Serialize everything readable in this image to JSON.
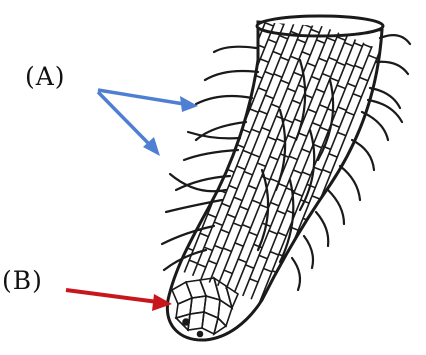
{
  "labels": {
    "a": "(A)",
    "b": "(B)"
  },
  "parts": [
    {
      "key": "a",
      "part": "root-hairs",
      "arrow_color": "#4f7fd3",
      "arrow_count": 2
    },
    {
      "key": "b",
      "part": "root-tip",
      "arrow_color": "#c8161d",
      "arrow_count": 1
    }
  ],
  "colors": {
    "ink": "#1a1a1a",
    "background": "#ffffff"
  }
}
